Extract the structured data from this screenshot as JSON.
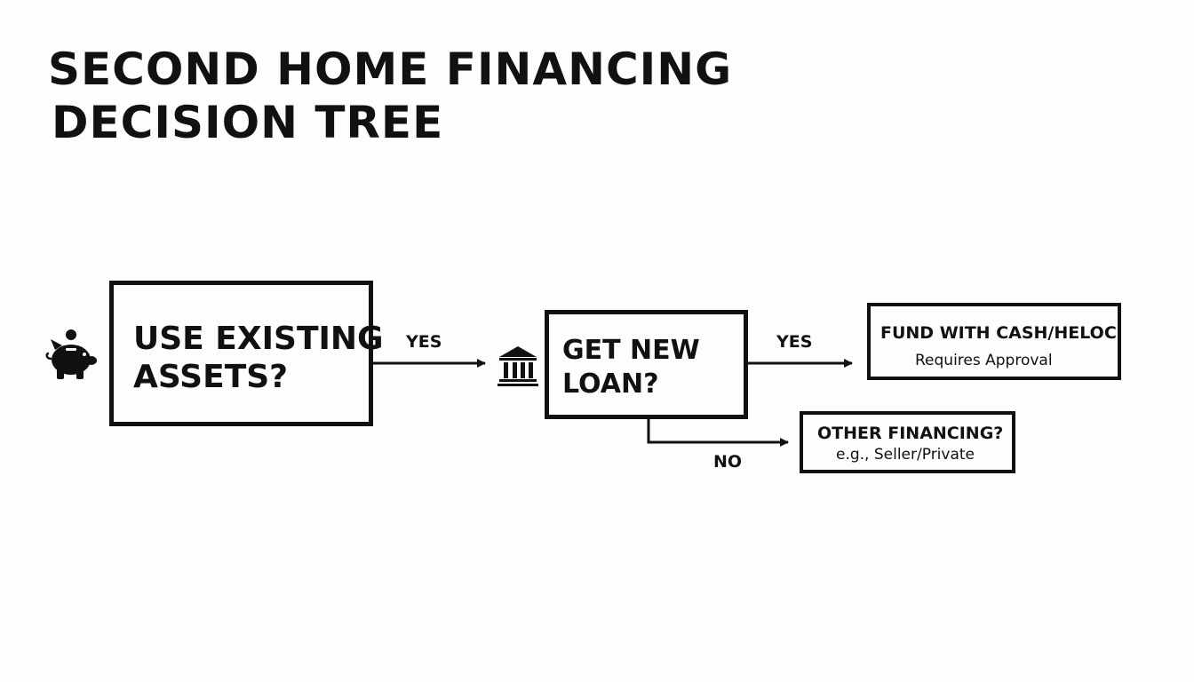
{
  "title": {
    "line1": "SECOND HOME FINANCING",
    "line2": "DECISION TREE"
  },
  "nodes": {
    "assets": {
      "line1": "USE EXISTING",
      "line2": "ASSETS?",
      "icon": "piggy-bank-icon"
    },
    "loan": {
      "line1": "GET NEW",
      "line2": "LOAN?",
      "icon": "bank-icon"
    },
    "cash": {
      "title": "FUND WITH CASH/HELOC",
      "subtitle": "Requires Approval"
    },
    "other": {
      "title": "OTHER FINANCING?",
      "subtitle": "e.g., Seller/Private"
    }
  },
  "edges": {
    "assets_to_loan": "YES",
    "loan_to_cash": "YES",
    "loan_to_other": "NO"
  },
  "colors": {
    "ink": "#111111",
    "background": "#fdfdfd"
  }
}
